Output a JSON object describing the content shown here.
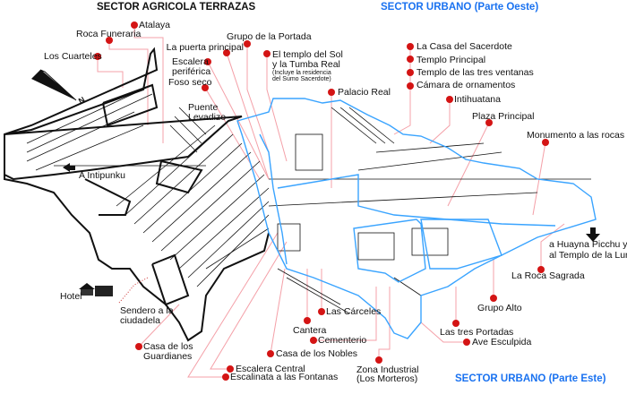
{
  "titles": {
    "agricola": "SECTOR AGRICOLA TERRAZAS",
    "urbano_oeste": "SECTOR URBANO (Parte Oeste)",
    "urbano_este": "SECTOR URBANO (Parte Este)"
  },
  "compass": {
    "label": "N"
  },
  "colors": {
    "marker": "#d41414",
    "sector_outline": "#3aa4ff",
    "leader": "#f4a0a8",
    "title_blue": "#1a72f0"
  },
  "labels": {
    "atalaya": "Atalaya",
    "roca_funeraria": "Roca Funeraria",
    "los_cuarteles": "Los Cuarteles",
    "puerta_principal": "La puerta principal",
    "grupo_portada": "Grupo de la Portada",
    "escalera_periferica_1": "Escalera",
    "escalera_periferica_2": "periférica",
    "foso_seco": "Foso seco",
    "puente_1": "Puente",
    "puente_2": "Levadizo",
    "templo_sol_1": "El templo del Sol",
    "templo_sol_2": "y la Tumba Real",
    "templo_sol_3": "(Incluye la residencia",
    "templo_sol_4": "del Sumo Sacerdote)",
    "palacio_real": "Palacio Real",
    "casa_sacerdote": "La Casa del Sacerdote",
    "templo_principal": "Templo Principal",
    "tres_ventanas": "Templo de las tres ventanas",
    "camara": "Cámara de ornamentos",
    "intihuatana": "Intihuatana",
    "plaza_principal": "Plaza Principal",
    "monumento_rocas": "Monumento a las rocas",
    "intipunku": "A Intipunku",
    "huayna_1": "a Huayna Picchu y",
    "huayna_2": "al Templo de la Luna",
    "roca_sagrada": "La Roca Sagrada",
    "grupo_alto": "Grupo Alto",
    "tres_portadas": "Las tres Portadas",
    "ave_esculpida": "Ave Esculpida",
    "carceles": "Las Cárceles",
    "cantera": "Cantera",
    "cementerio": "Cementerio",
    "casa_nobles": "Casa de los Nobles",
    "zona_industrial_1": "Zona Industrial",
    "zona_industrial_2": "(Los Morteros)",
    "escalera_central": "Escalera Central",
    "escalinata": "Escalinata a las Fontanas",
    "guardianes_1": "Casa de los",
    "guardianes_2": "Guardianes",
    "hotel": "Hotel",
    "sendero_1": "Sendero a la",
    "sendero_2": "ciudadela"
  }
}
